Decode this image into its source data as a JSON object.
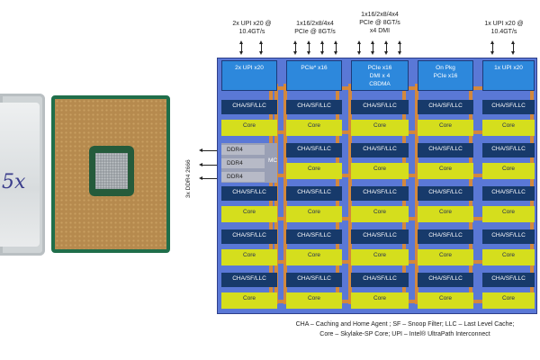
{
  "top_labels": [
    "2x UPI x20 @\n10.4GT/s",
    "1x16/2x8/4x4\nPCIe @ 8GT/s",
    "1x16/2x8/4x4\nPCIe @ 8GT/s\nx4 DMI",
    "1x UPI x20 @\n10.4GT/s"
  ],
  "io_row": {
    "tile1": "2x UPI x20",
    "tile2": "PCIe* x16",
    "tile3_lines": [
      "PCIe x16",
      "DMI x 4",
      "CBDMA"
    ],
    "tile4_lines": [
      "On Pkg",
      "PCIe x16"
    ],
    "tile5": "1x UPI x20"
  },
  "tile_labels": {
    "cha": "CHA/SF/LLC",
    "core": "Core"
  },
  "memory": {
    "side_label": "3x DDR4 2666",
    "channels": [
      "DDR4",
      "DDR4",
      "DDR4"
    ],
    "controller_label": "MC"
  },
  "legend": {
    "line1": "CHA – Caching and Home Agent ; SF – Snoop Filter; LLC – Last Level Cache;",
    "line2": "Core – Skylake-SP Core; UPI – Intel® UltraPath Interconnect"
  },
  "photo": {
    "lid_marking": "5x"
  },
  "colors": {
    "die_background": "#5a78d6",
    "io_tile": "#2d88dc",
    "cha_tile": "#173a6b",
    "core_tile": "#d5de1d",
    "mesh": "#e08a2c"
  }
}
